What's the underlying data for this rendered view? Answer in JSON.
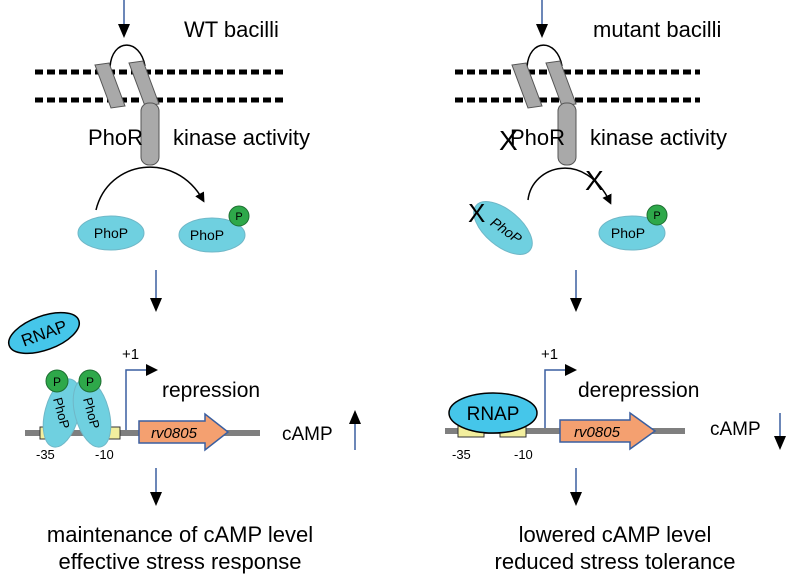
{
  "colors": {
    "protein_fill": "#6fd0e0",
    "phospho_fill": "#2ea84a",
    "membrane_protein": "#a9a9a9",
    "gene_arrow": "#f4a070",
    "dna_line": "#7f7f7f",
    "box_fill": "#f3ef9e",
    "flow_arrow": "#3a5fa0"
  },
  "left": {
    "title": "WT bacilli",
    "phor_label": "PhoR",
    "kinase_label": "kinase activity",
    "phop_label": "PhoP",
    "phop_p_label": "PhoP",
    "p_badge": "P",
    "rnap_label": "RNAP",
    "plus_one": "+1",
    "regulation_label": "repression",
    "gene_label": "rv0805",
    "camp_label": "cAMP",
    "camp_direction": "up",
    "minus35": "-35",
    "minus10": "-10",
    "outcome_line1": "maintenance of cAMP level",
    "outcome_line2": "effective stress response"
  },
  "right": {
    "title": "mutant bacilli",
    "phor_label": "PhoR",
    "kinase_label": "kinase activity",
    "phop_label": "PhoP",
    "phop_p_label": "PhoP",
    "p_badge": "P",
    "rnap_label": "RNAP",
    "plus_one": "+1",
    "regulation_label": "derepression",
    "gene_label": "rv0805",
    "camp_label": "cAMP",
    "camp_direction": "down",
    "cross_mark": "X",
    "minus35": "-35",
    "minus10": "-10",
    "outcome_line1": "lowered cAMP level",
    "outcome_line2": "reduced stress tolerance"
  }
}
